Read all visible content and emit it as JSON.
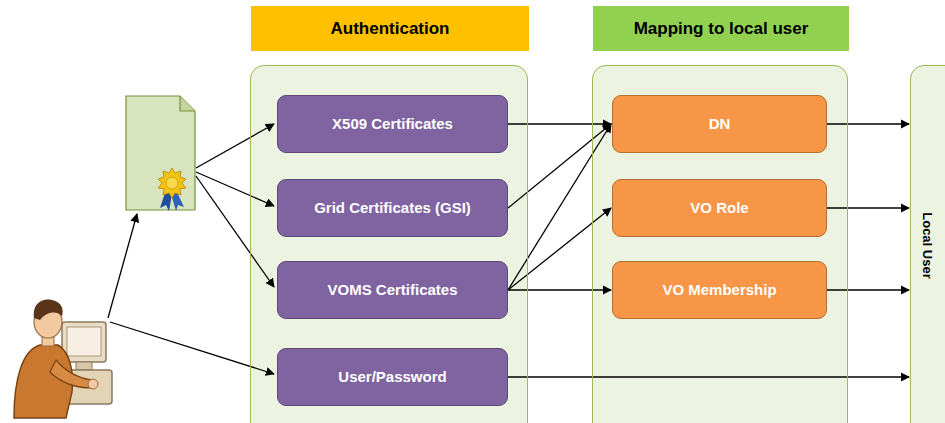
{
  "diagram": {
    "nodes": [
      {
        "text": [
          "Authentication"
        ]
      },
      {
        "text": [
          "X509 Certificates"
        ],
        "in": 0
      },
      {
        "text": [
          "Grid Certificates (GSI)"
        ],
        "in": 0
      },
      {
        "text": [
          "VOMS Certificates"
        ],
        "in": 0
      },
      {
        "text": [
          "User/Password"
        ],
        "in": 0
      },
      {
        "text": [
          "Mapping to local user"
        ]
      },
      {
        "text": [
          "DN"
        ],
        "in": 5
      },
      {
        "text": [
          "VO Role"
        ],
        "in": 5
      },
      {
        "text": [
          "VO Membership"
        ],
        "in": 5
      },
      {
        "text": [
          "Local User"
        ]
      }
    ],
    "edges": [
      {
        "from": 1,
        "to": 6,
        "arrow": "to"
      },
      {
        "from": 2,
        "to": 6,
        "arrow": "to"
      },
      {
        "from": 3,
        "to": 6,
        "arrow": "to"
      },
      {
        "from": 3,
        "to": 7,
        "arrow": "to"
      },
      {
        "from": 3,
        "to": 8,
        "arrow": "to"
      },
      {
        "from": 6,
        "to": 9,
        "arrow": "to"
      },
      {
        "from": 7,
        "to": 9,
        "arrow": "to"
      },
      {
        "from": 8,
        "to": 9,
        "arrow": "to"
      },
      {
        "from": 4,
        "to": 9,
        "arrow": "to"
      }
    ]
  }
}
